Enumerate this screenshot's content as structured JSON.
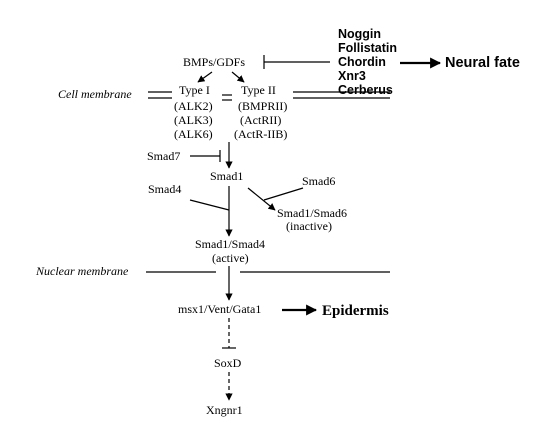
{
  "inhibitors": [
    "Noggin",
    "Follistatin",
    "Chordin",
    "Xnr3",
    "Cerberus"
  ],
  "ligand": "BMPs/GDFs",
  "outcomes": {
    "neural": "Neural fate",
    "epidermis": "Epidermis"
  },
  "receptors": {
    "type1": {
      "label": "Type I",
      "members": [
        "(ALK2)",
        "(ALK3)",
        "(ALK6)"
      ]
    },
    "type2": {
      "label": "Type II",
      "members": [
        "(BMPRII)",
        "(ActRII)",
        "(ActR-IIB)"
      ]
    }
  },
  "membranes": {
    "cell": "Cell membrane",
    "nuclear": "Nuclear membrane"
  },
  "signaling": {
    "smad7": "Smad7",
    "smad1": "Smad1",
    "smad4": "Smad4",
    "smad6": "Smad6",
    "smad1_smad6": "Smad1/Smad6",
    "inactive": "(inactive)",
    "smad1_smad4": "Smad1/Smad4",
    "active": "(active)"
  },
  "targets": {
    "genes": "msx1/Vent/Gata1",
    "soxd": "SoxD",
    "xngnr1": "Xngnr1"
  }
}
